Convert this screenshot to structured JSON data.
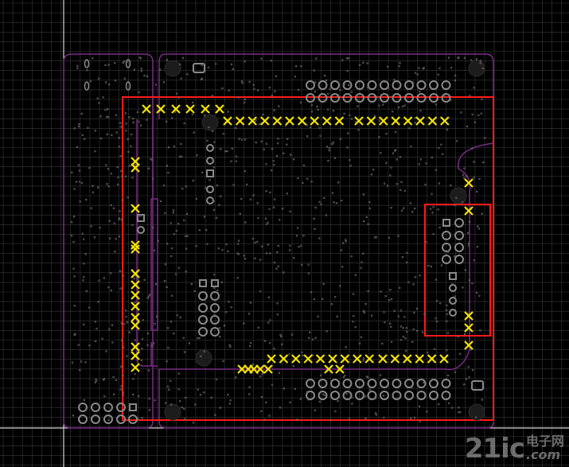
{
  "colors": {
    "background": "#000000",
    "grid": "#3a3a3a",
    "board_outline": "#7a2a86",
    "selection": "#ff1a1a",
    "marker": "#f4e400",
    "pad": "#8a8a8a",
    "crosshair": "#ffffff"
  },
  "icons": {
    "marker": "x-marker-icon",
    "hole": "mounting-hole-icon",
    "pad": "pad-icon"
  },
  "watermark": {
    "logo": "21ic",
    "cn": "电子网",
    "url": ".com"
  }
}
